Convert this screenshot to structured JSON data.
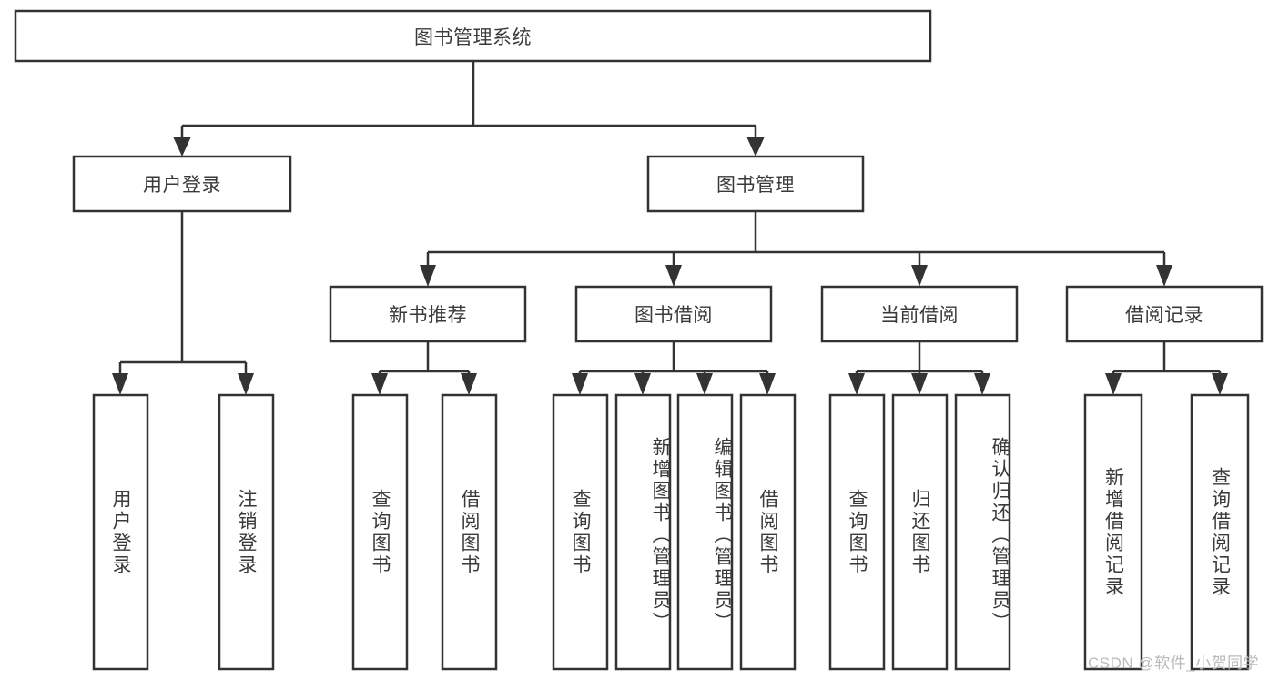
{
  "diagram": {
    "title": "图书管理系统",
    "type": "hierarchy-tree",
    "orientation": "top-down",
    "colors": {
      "stroke": "#333333",
      "box_fill": "#ffffff",
      "text": "#3a3a3a",
      "background": "#ffffff",
      "watermark": "#b9b9b9"
    },
    "levels": 4,
    "root": {
      "id": "root",
      "label": "图书管理系统",
      "text_direction": "horizontal"
    },
    "level2": [
      {
        "id": "user-login",
        "label": "用户登录",
        "text_direction": "horizontal"
      },
      {
        "id": "book-management",
        "label": "图书管理",
        "text_direction": "horizontal"
      }
    ],
    "level3": [
      {
        "id": "new-book-recommend",
        "label": "新书推荐",
        "parent": "book-management",
        "text_direction": "horizontal"
      },
      {
        "id": "book-borrow",
        "label": "图书借阅",
        "parent": "book-management",
        "text_direction": "horizontal"
      },
      {
        "id": "current-borrow",
        "label": "当前借阅",
        "parent": "book-management",
        "text_direction": "horizontal"
      },
      {
        "id": "borrow-record",
        "label": "借阅记录",
        "parent": "book-management",
        "text_direction": "horizontal"
      }
    ],
    "leaves": [
      {
        "id": "leaf-user-login",
        "label": "用户登录",
        "parent": "user-login",
        "text_direction": "vertical",
        "align": "middle"
      },
      {
        "id": "leaf-user-logout",
        "label": "注销登录",
        "parent": "user-login",
        "text_direction": "vertical",
        "align": "middle"
      },
      {
        "id": "leaf-query-book-1",
        "label": "查询图书",
        "parent": "new-book-recommend",
        "text_direction": "vertical",
        "align": "middle"
      },
      {
        "id": "leaf-borrow-book-1",
        "label": "借阅图书",
        "parent": "new-book-recommend",
        "text_direction": "vertical",
        "align": "middle"
      },
      {
        "id": "leaf-query-book-2",
        "label": "查询图书",
        "parent": "book-borrow",
        "text_direction": "vertical",
        "align": "middle"
      },
      {
        "id": "leaf-add-book",
        "label": "新增图书（管理员）",
        "parent": "book-borrow",
        "text_direction": "vertical",
        "align": "top"
      },
      {
        "id": "leaf-edit-book",
        "label": "编辑图书（管理员）",
        "parent": "book-borrow",
        "text_direction": "vertical",
        "align": "top"
      },
      {
        "id": "leaf-borrow-book-2",
        "label": "借阅图书",
        "parent": "book-borrow",
        "text_direction": "vertical",
        "align": "middle"
      },
      {
        "id": "leaf-query-book-3",
        "label": "查询图书",
        "parent": "current-borrow",
        "text_direction": "vertical",
        "align": "middle"
      },
      {
        "id": "leaf-return-book",
        "label": "归还图书",
        "parent": "current-borrow",
        "text_direction": "vertical",
        "align": "middle"
      },
      {
        "id": "leaf-confirm-return",
        "label": "确认归还（管理员）",
        "parent": "current-borrow",
        "text_direction": "vertical",
        "align": "top"
      },
      {
        "id": "leaf-add-record",
        "label": "新增借阅记录",
        "parent": "borrow-record",
        "text_direction": "vertical",
        "align": "middle"
      },
      {
        "id": "leaf-query-record",
        "label": "查询借阅记录",
        "parent": "borrow-record",
        "text_direction": "vertical",
        "align": "middle"
      }
    ]
  },
  "watermark": {
    "text": "CSDN @软件_小贺同学"
  }
}
